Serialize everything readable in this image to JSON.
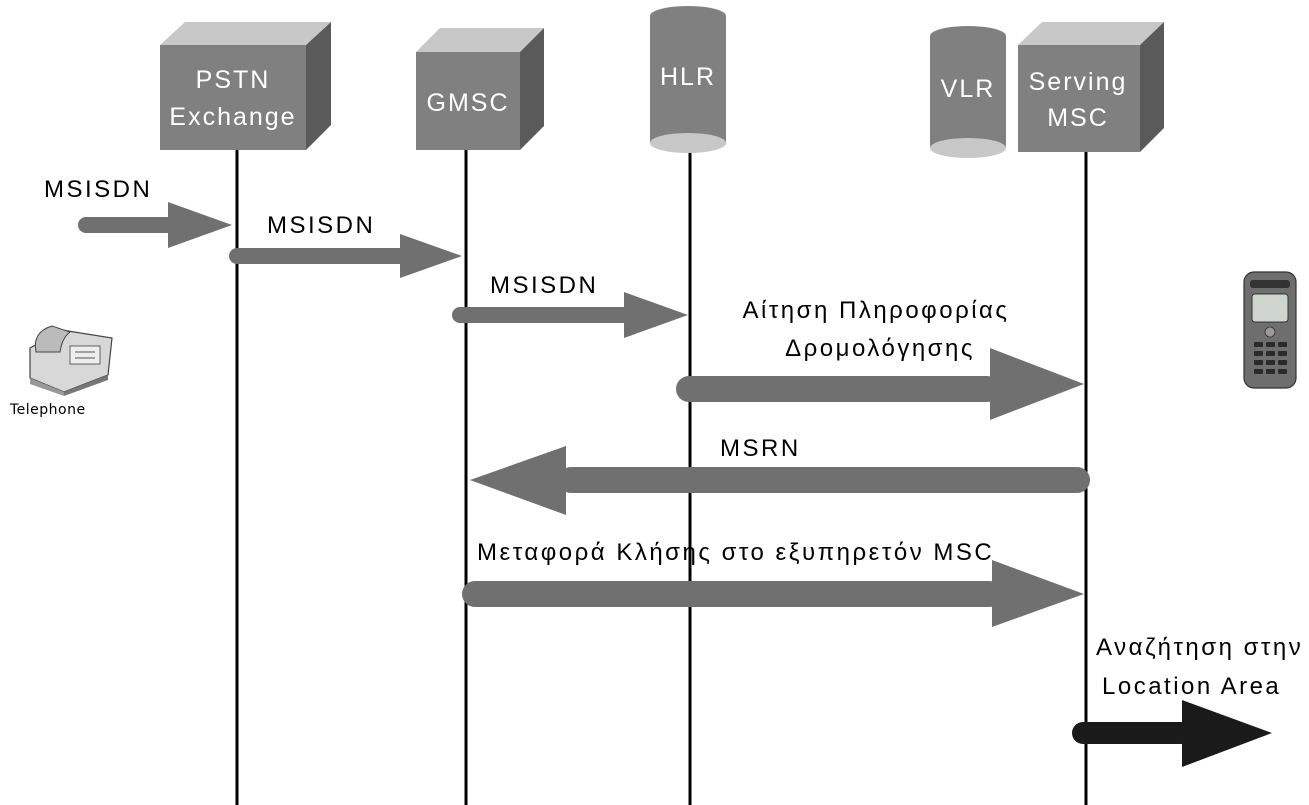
{
  "nodes": {
    "pstn": {
      "line1": "PSTN",
      "line2": "Exchange"
    },
    "gmsc": {
      "label": "GMSC"
    },
    "hlr": {
      "label": "HLR"
    },
    "vlr": {
      "label": "VLR"
    },
    "serving_msc": {
      "line1": "Serving",
      "line2": "MSC"
    }
  },
  "messages": {
    "m1": "MSISDN",
    "m2": "MSISDN",
    "m3": "MSISDN",
    "m4_line1": "Αίτηση Πληροφορίας",
    "m4_line2": "Δρομολόγησης",
    "m5": "MSRN",
    "m6": "Μεταφορά Κλήσης στο εξυπηρετόν MSC",
    "m7_line1": "Αναζήτηση στην",
    "m7_line2": "Location Area"
  },
  "devices": {
    "telephone": {
      "label": "Telephone",
      "icon": "telephone-icon"
    },
    "mobile": {
      "icon": "mobile-phone-icon"
    }
  },
  "colors": {
    "box_front": "#808080",
    "box_top": "#c8c8c8",
    "box_side": "#5a5a5a",
    "arrow": "#707070",
    "arrow_dark": "#1a1a1a",
    "lifeline": "#000000"
  }
}
